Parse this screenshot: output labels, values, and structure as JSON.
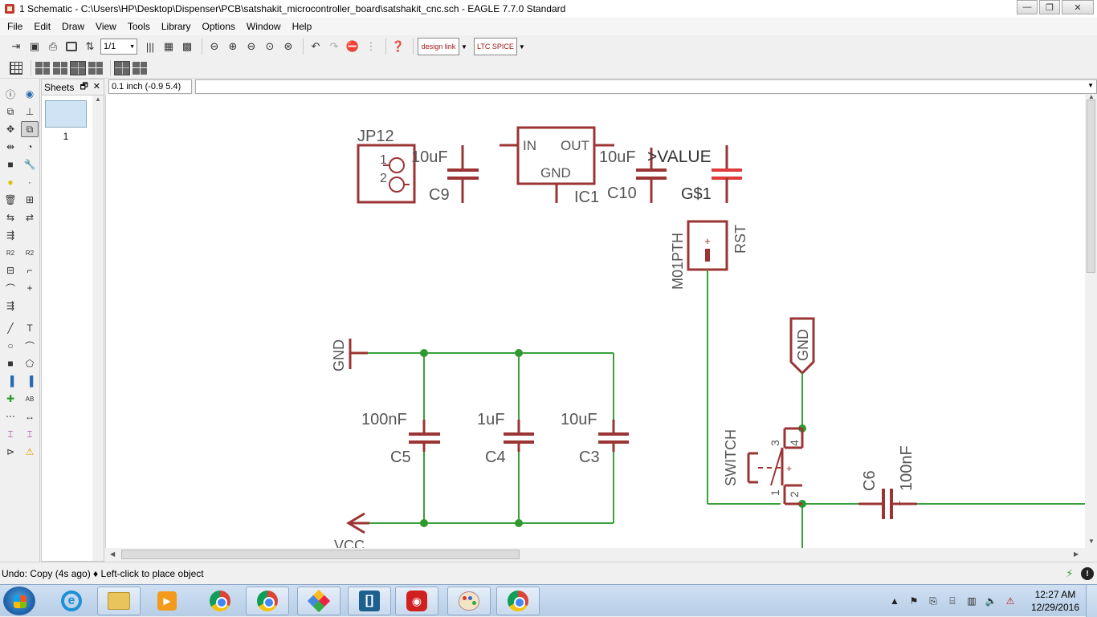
{
  "window": {
    "title": "1 Schematic - C:\\Users\\HP\\Desktop\\Dispenser\\PCB\\satshakit_microcontroller_board\\satshakit_cnc.sch - EAGLE 7.7.0 Standard",
    "minimize": "—",
    "maximize": "❐",
    "close": "✕"
  },
  "menu": [
    "File",
    "Edit",
    "Draw",
    "View",
    "Tools",
    "Library",
    "Options",
    "Window",
    "Help"
  ],
  "toolbar": {
    "sheet_select": "1/1",
    "designlink_label": "design link",
    "ltspice_label": "LTC SPICE"
  },
  "sheets_panel": {
    "title": "Sheets",
    "sheet_number": "1"
  },
  "coordinate": {
    "readout": "0.1 inch (-0.9 5.4)"
  },
  "schematic": {
    "labels": {
      "jp12": "JP12",
      "jp12_pin1": "1",
      "jp12_pin2": "2",
      "c9_value": "10uF",
      "c9_name": "C9",
      "ic1_in": "IN",
      "ic1_out": "OUT",
      "ic1_gnd": "GND",
      "ic1_name": "IC1",
      "c10_value": "10uF",
      "c10_name": "C10",
      "value_placeholder": ">VALUE",
      "g1_name": "G$1",
      "m01pth": "M01PTH",
      "rst": "RST",
      "gnd_left": "GND",
      "gnd_top": "GND",
      "c5_value": "100nF",
      "c5_name": "C5",
      "c4_value": "1uF",
      "c4_name": "C4",
      "c3_value": "10uF",
      "c3_name": "C3",
      "vcc": "VCC",
      "switch": "SWITCH",
      "sw_pin3": "3",
      "sw_pin4": "4",
      "sw_pin1": "1",
      "sw_pin2": "2",
      "c6_name": "C6",
      "c6_value": "100nF"
    },
    "colors": {
      "symbol": "#9b3434",
      "net": "#3aa03a",
      "junction": "#2e9a2e",
      "text": "#555555",
      "highlight": "#e03a3a"
    }
  },
  "status": {
    "message": "Undo: Copy (4s ago) ♦ Left-click to place object"
  },
  "taskbar": {
    "time": "12:27 AM",
    "date": "12/29/2016"
  }
}
